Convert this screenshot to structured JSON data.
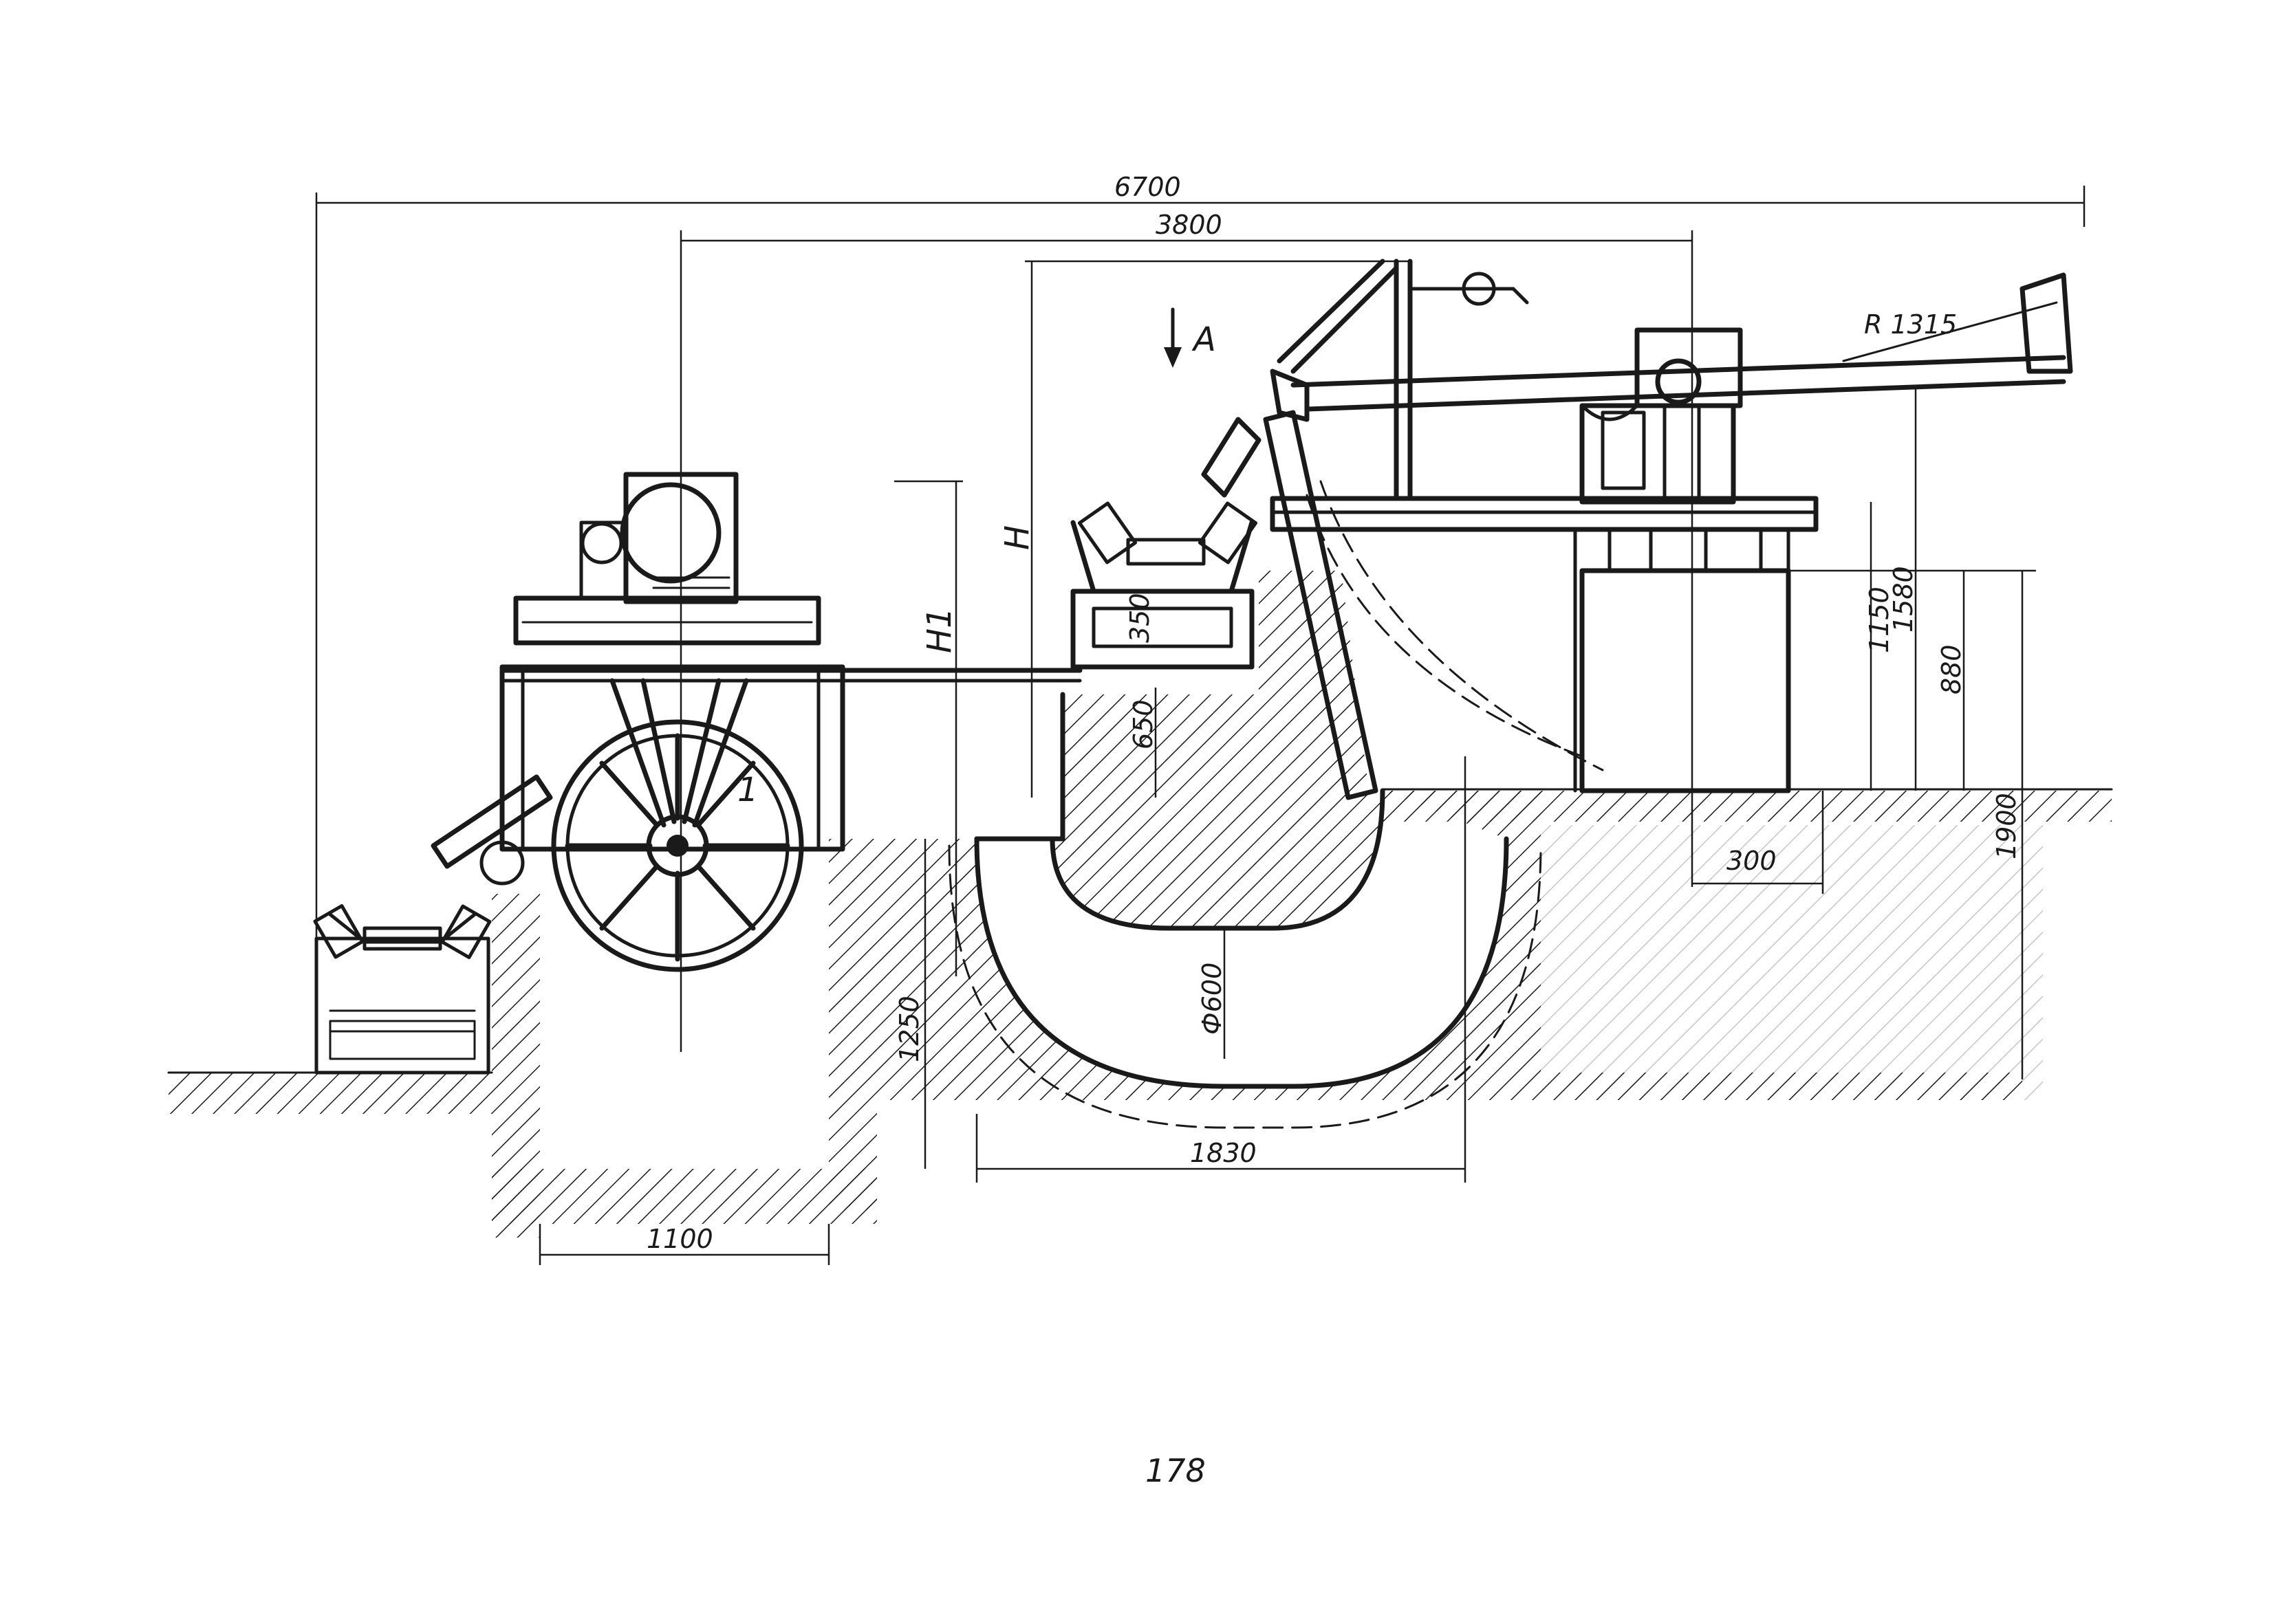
{
  "drawing": {
    "dimensions": {
      "overall_length": "6700",
      "upper_span": "3800",
      "radius": "R 1315",
      "height_h": "H",
      "height_h1": "H1",
      "view_arrow": "A",
      "roll_label": "1",
      "d_650": "650",
      "d_350": "350",
      "d_1150": "1150",
      "d_1580": "1580",
      "d_880": "880",
      "d_300": "300",
      "d_1900": "1900",
      "d_1250": "1250",
      "d_600": "Ф600",
      "d_1830": "1830",
      "d_1100": "1100"
    },
    "page_number": "178"
  }
}
